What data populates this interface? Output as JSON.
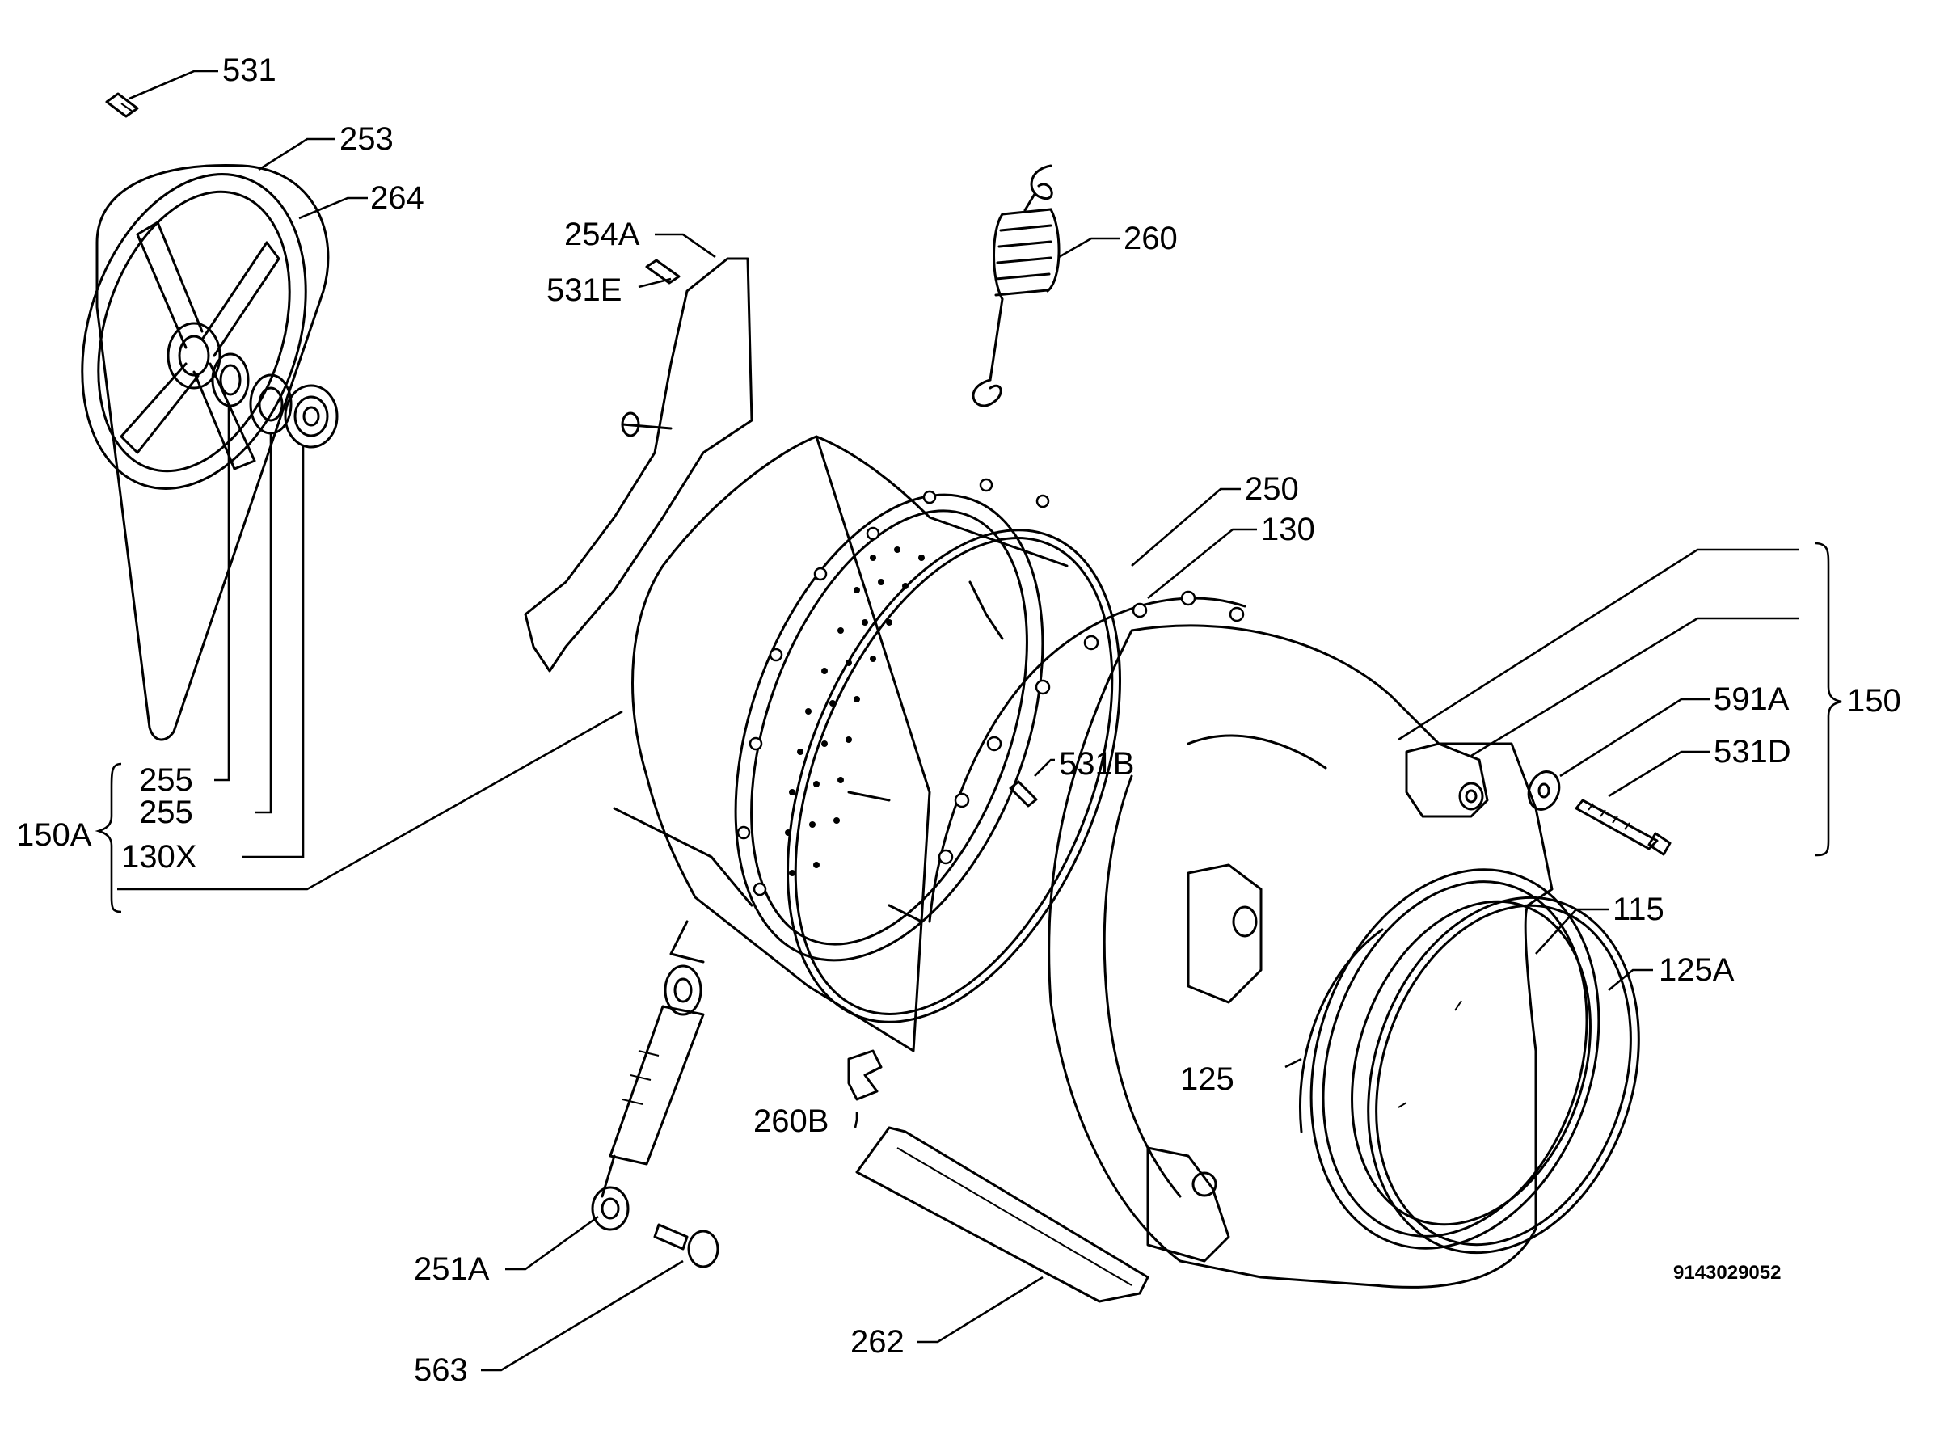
{
  "callouts": [
    {
      "id": "c531",
      "label": "531"
    },
    {
      "id": "c253",
      "label": "253"
    },
    {
      "id": "c264",
      "label": "264"
    },
    {
      "id": "c254A",
      "label": "254A"
    },
    {
      "id": "c531E",
      "label": "531E"
    },
    {
      "id": "c260",
      "label": "260"
    },
    {
      "id": "c250",
      "label": "250"
    },
    {
      "id": "c130",
      "label": "130"
    },
    {
      "id": "c150",
      "label": "150"
    },
    {
      "id": "c591A",
      "label": "591A"
    },
    {
      "id": "c531D",
      "label": "531D"
    },
    {
      "id": "c531B",
      "label": "531B"
    },
    {
      "id": "c255a",
      "label": "255"
    },
    {
      "id": "c255b",
      "label": "255"
    },
    {
      "id": "c150A",
      "label": "150A"
    },
    {
      "id": "c130X",
      "label": "130X"
    },
    {
      "id": "c115",
      "label": "115"
    },
    {
      "id": "c125A",
      "label": "125A"
    },
    {
      "id": "c125",
      "label": "125"
    },
    {
      "id": "c260B",
      "label": "260B"
    },
    {
      "id": "c251A",
      "label": "251A"
    },
    {
      "id": "c563",
      "label": "563"
    },
    {
      "id": "c262",
      "label": "262"
    }
  ],
  "drawing_code": "9143029052"
}
